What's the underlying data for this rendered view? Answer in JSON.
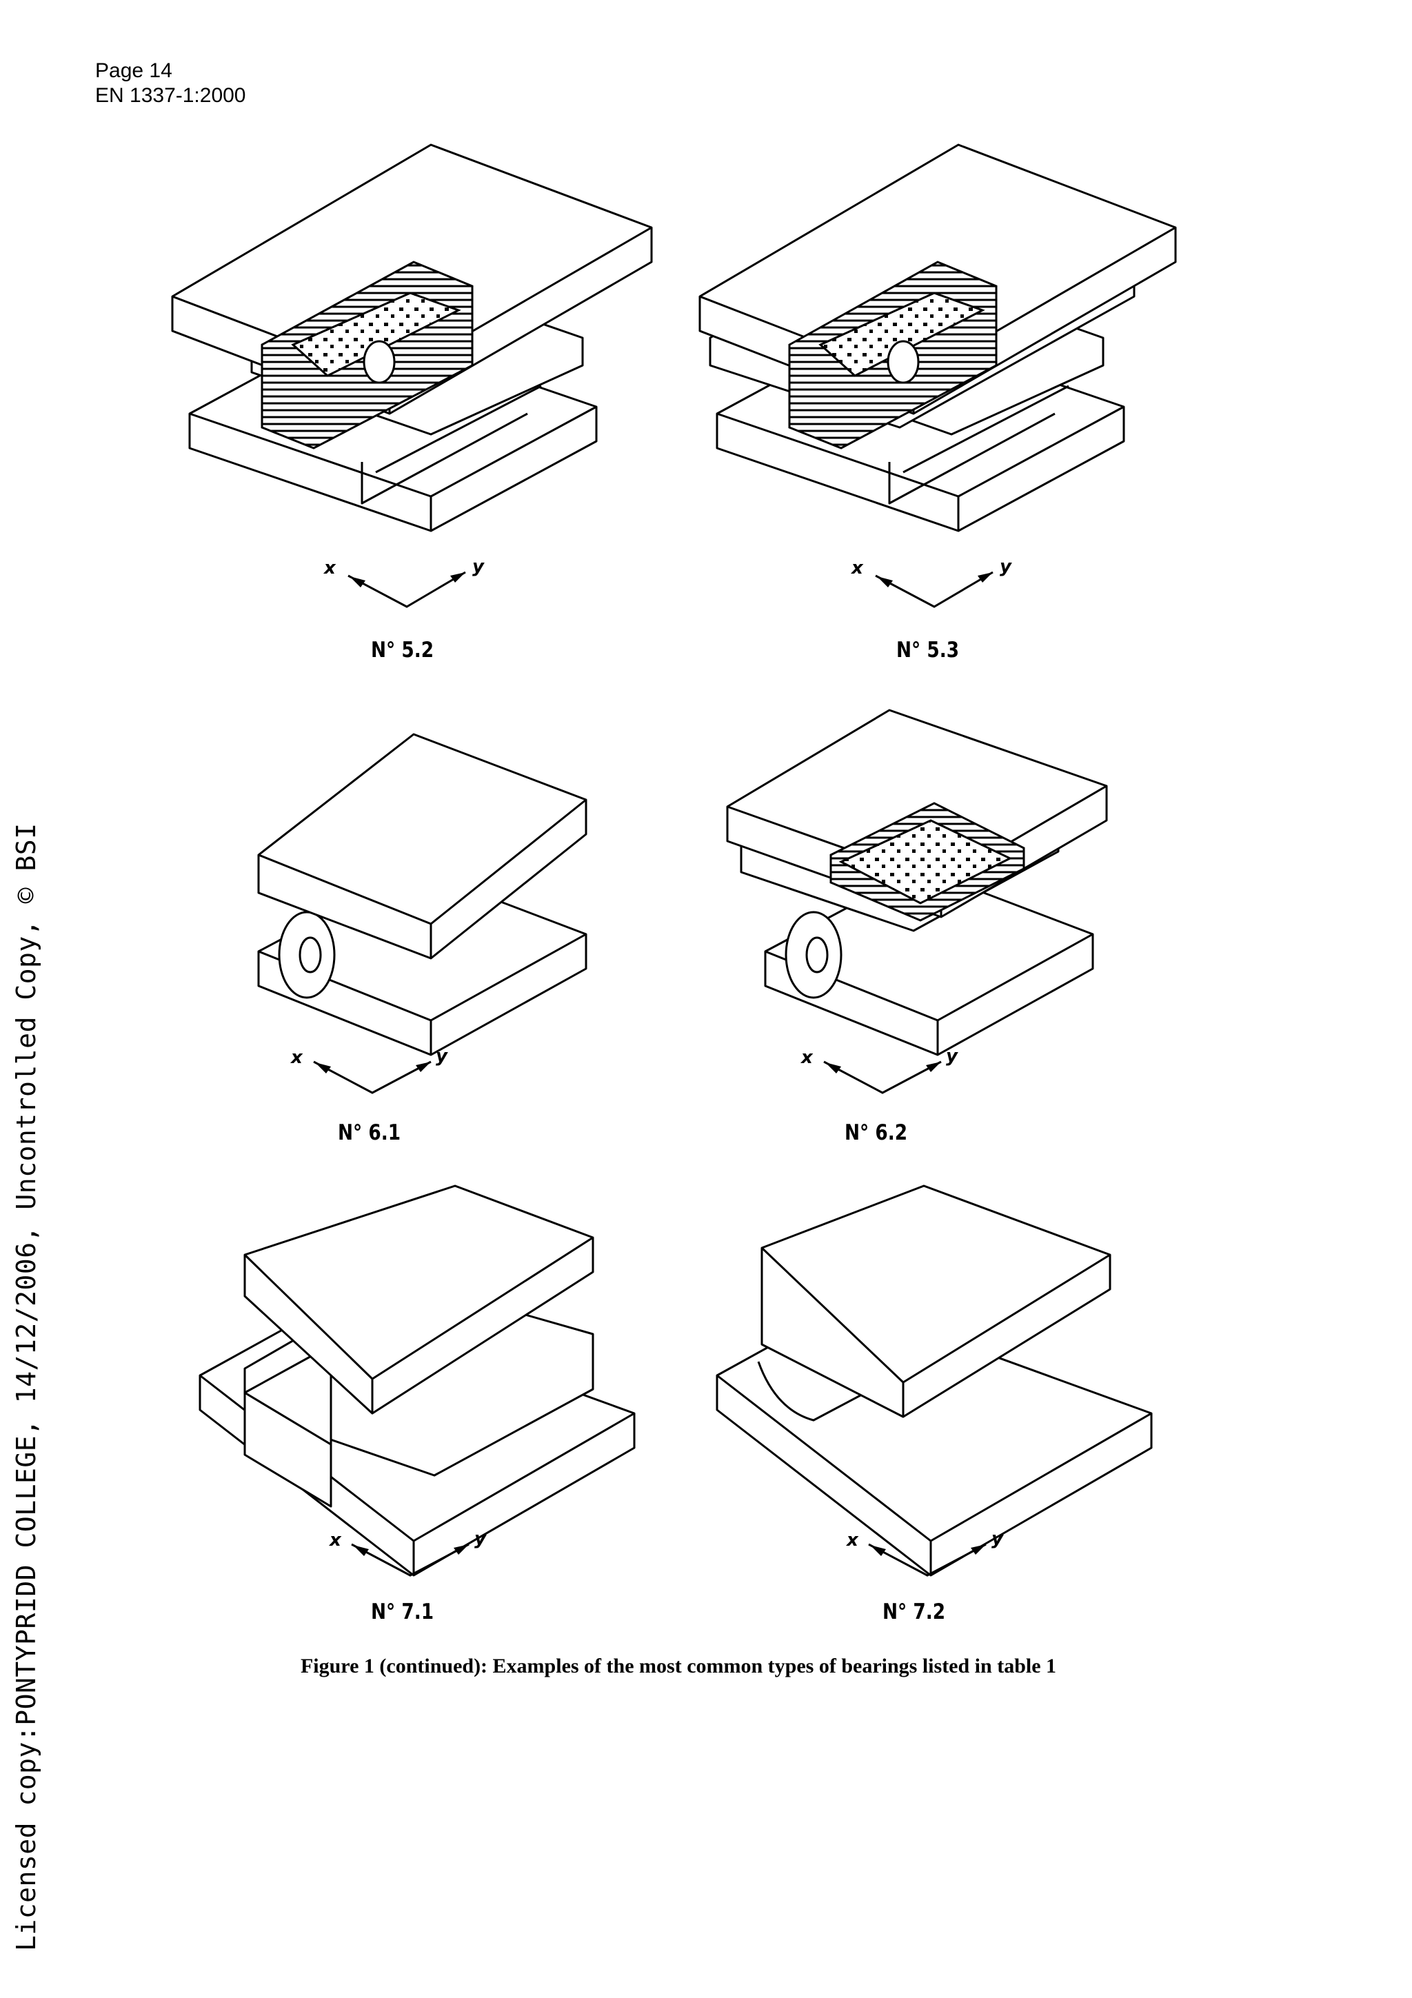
{
  "header": {
    "page": "Page 14",
    "standard": "EN 1337-1:2000"
  },
  "sidebar_text": "Licensed copy:PONTYPRIDD COLLEGE, 14/12/2006, Uncontrolled Copy, © BSI",
  "figures": [
    {
      "label": "N° 5.2",
      "axis_x": "x",
      "axis_y": "y"
    },
    {
      "label": "N° 5.3",
      "axis_x": "x",
      "axis_y": "y"
    },
    {
      "label": "N° 6.1",
      "axis_x": "x",
      "axis_y": "y"
    },
    {
      "label": "N° 6.2",
      "axis_x": "x",
      "axis_y": "y"
    },
    {
      "label": "N° 7.1",
      "axis_x": "x",
      "axis_y": "y"
    },
    {
      "label": "N° 7.2",
      "axis_x": "x",
      "axis_y": "y"
    }
  ],
  "caption": "Figure 1 (continued): Examples of the most common types of bearings listed in table 1"
}
